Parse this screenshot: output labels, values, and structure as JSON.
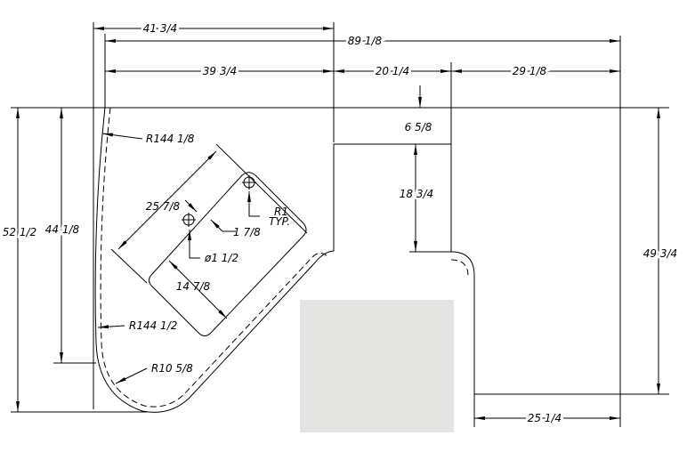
{
  "drawing": {
    "dimensions": {
      "overall_left_41": "41 3/4",
      "overall_width": "89 1/8",
      "left_width": "39 3/4",
      "notch_width": "20 1/4",
      "right_width": "29 1/8",
      "notch_top": "6 5/8",
      "notch_depth": "18 3/4",
      "left_height": "52 1/2",
      "left_inner_height": "44 1/8",
      "right_height": "49 3/4",
      "right_leg_width": "25 1/4",
      "sink_length": "25 7/8",
      "sink_width": "14 7/8",
      "hole_offset": "1 7/8",
      "hole_diameter": "ø1 1/2",
      "corner_radius_line1": "R1",
      "corner_radius_line2": "TYP.",
      "radius_top": "R144 1/8",
      "radius_bottom": "R144 1/2",
      "radius_corner": "R10 5/8"
    },
    "swatch_color": "#e4e4e2"
  }
}
